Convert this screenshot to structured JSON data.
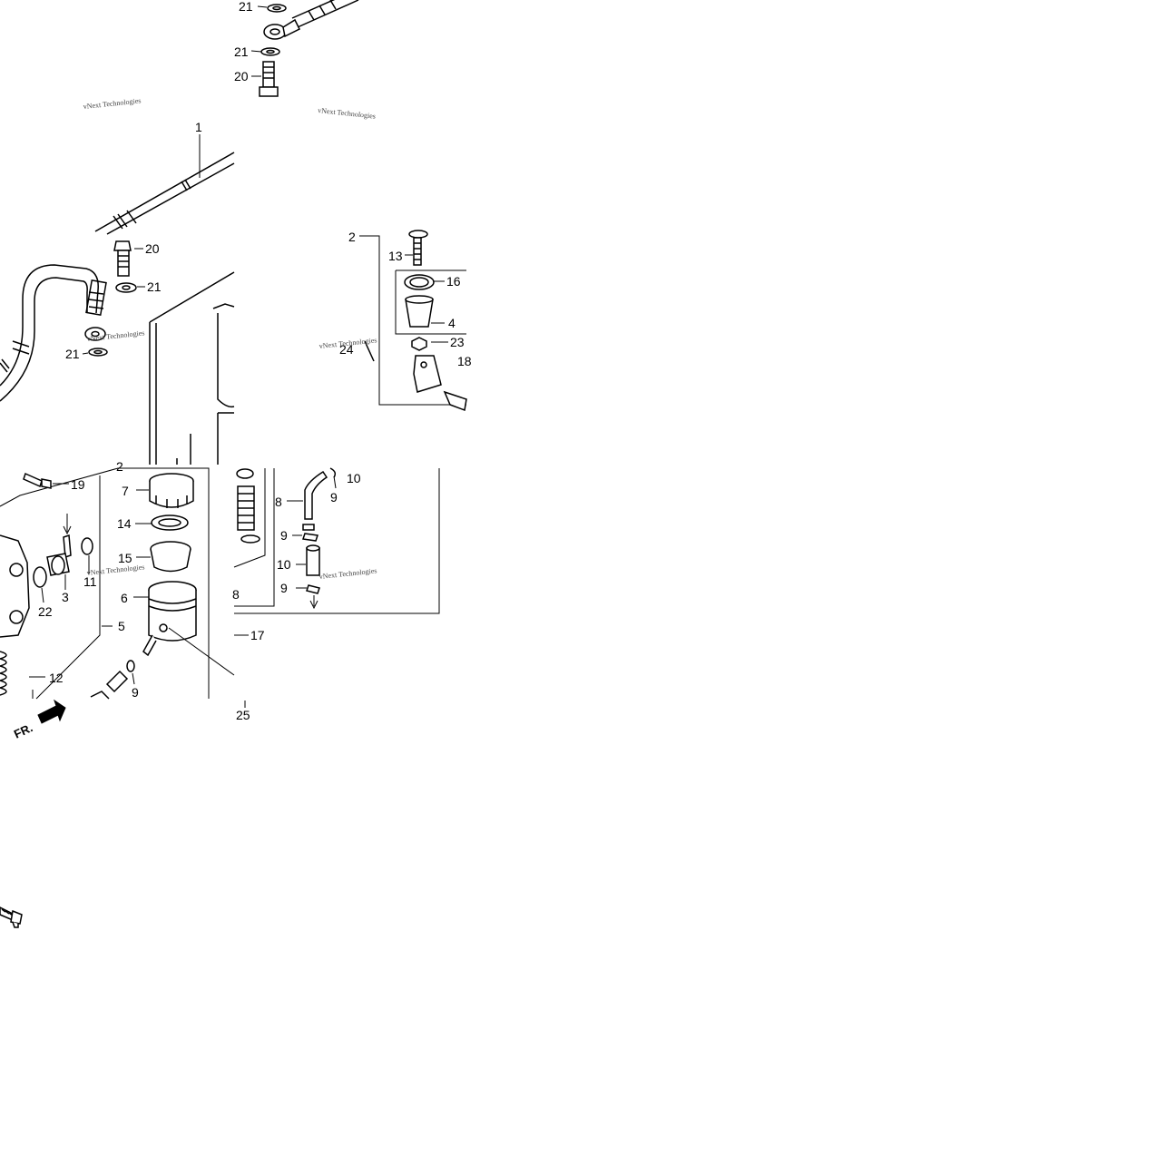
{
  "diagram": {
    "watermark": "vNext Technologies",
    "front_marker": "FR.",
    "panels": [
      {
        "id": "hose-upper",
        "callouts": [
          {
            "label": "21"
          },
          {
            "label": "21"
          },
          {
            "label": "20"
          },
          {
            "label": "1"
          }
        ]
      },
      {
        "id": "hose-routing",
        "callouts": [
          {
            "label": "20"
          },
          {
            "label": "21"
          },
          {
            "label": "21"
          }
        ]
      },
      {
        "id": "pushrod-clevis",
        "callouts": [
          {
            "label": "2"
          },
          {
            "label": "13"
          },
          {
            "label": "16"
          },
          {
            "label": "4"
          },
          {
            "label": "23"
          },
          {
            "label": "24"
          },
          {
            "label": "18"
          }
        ]
      },
      {
        "id": "master-cylinder-reservoir",
        "callouts": [
          {
            "label": "19"
          },
          {
            "label": "7"
          },
          {
            "label": "14"
          },
          {
            "label": "15"
          },
          {
            "label": "6"
          },
          {
            "label": "3"
          },
          {
            "label": "11"
          },
          {
            "label": "22"
          },
          {
            "label": "5"
          },
          {
            "label": "12"
          },
          {
            "label": "9"
          },
          {
            "label": "2"
          }
        ]
      },
      {
        "id": "reservoir-hose",
        "callouts": [
          {
            "label": "10"
          },
          {
            "label": "9"
          },
          {
            "label": "8"
          },
          {
            "label": "9"
          },
          {
            "label": "10"
          },
          {
            "label": "9"
          },
          {
            "label": "8"
          },
          {
            "label": "17"
          },
          {
            "label": "25"
          }
        ]
      }
    ]
  }
}
